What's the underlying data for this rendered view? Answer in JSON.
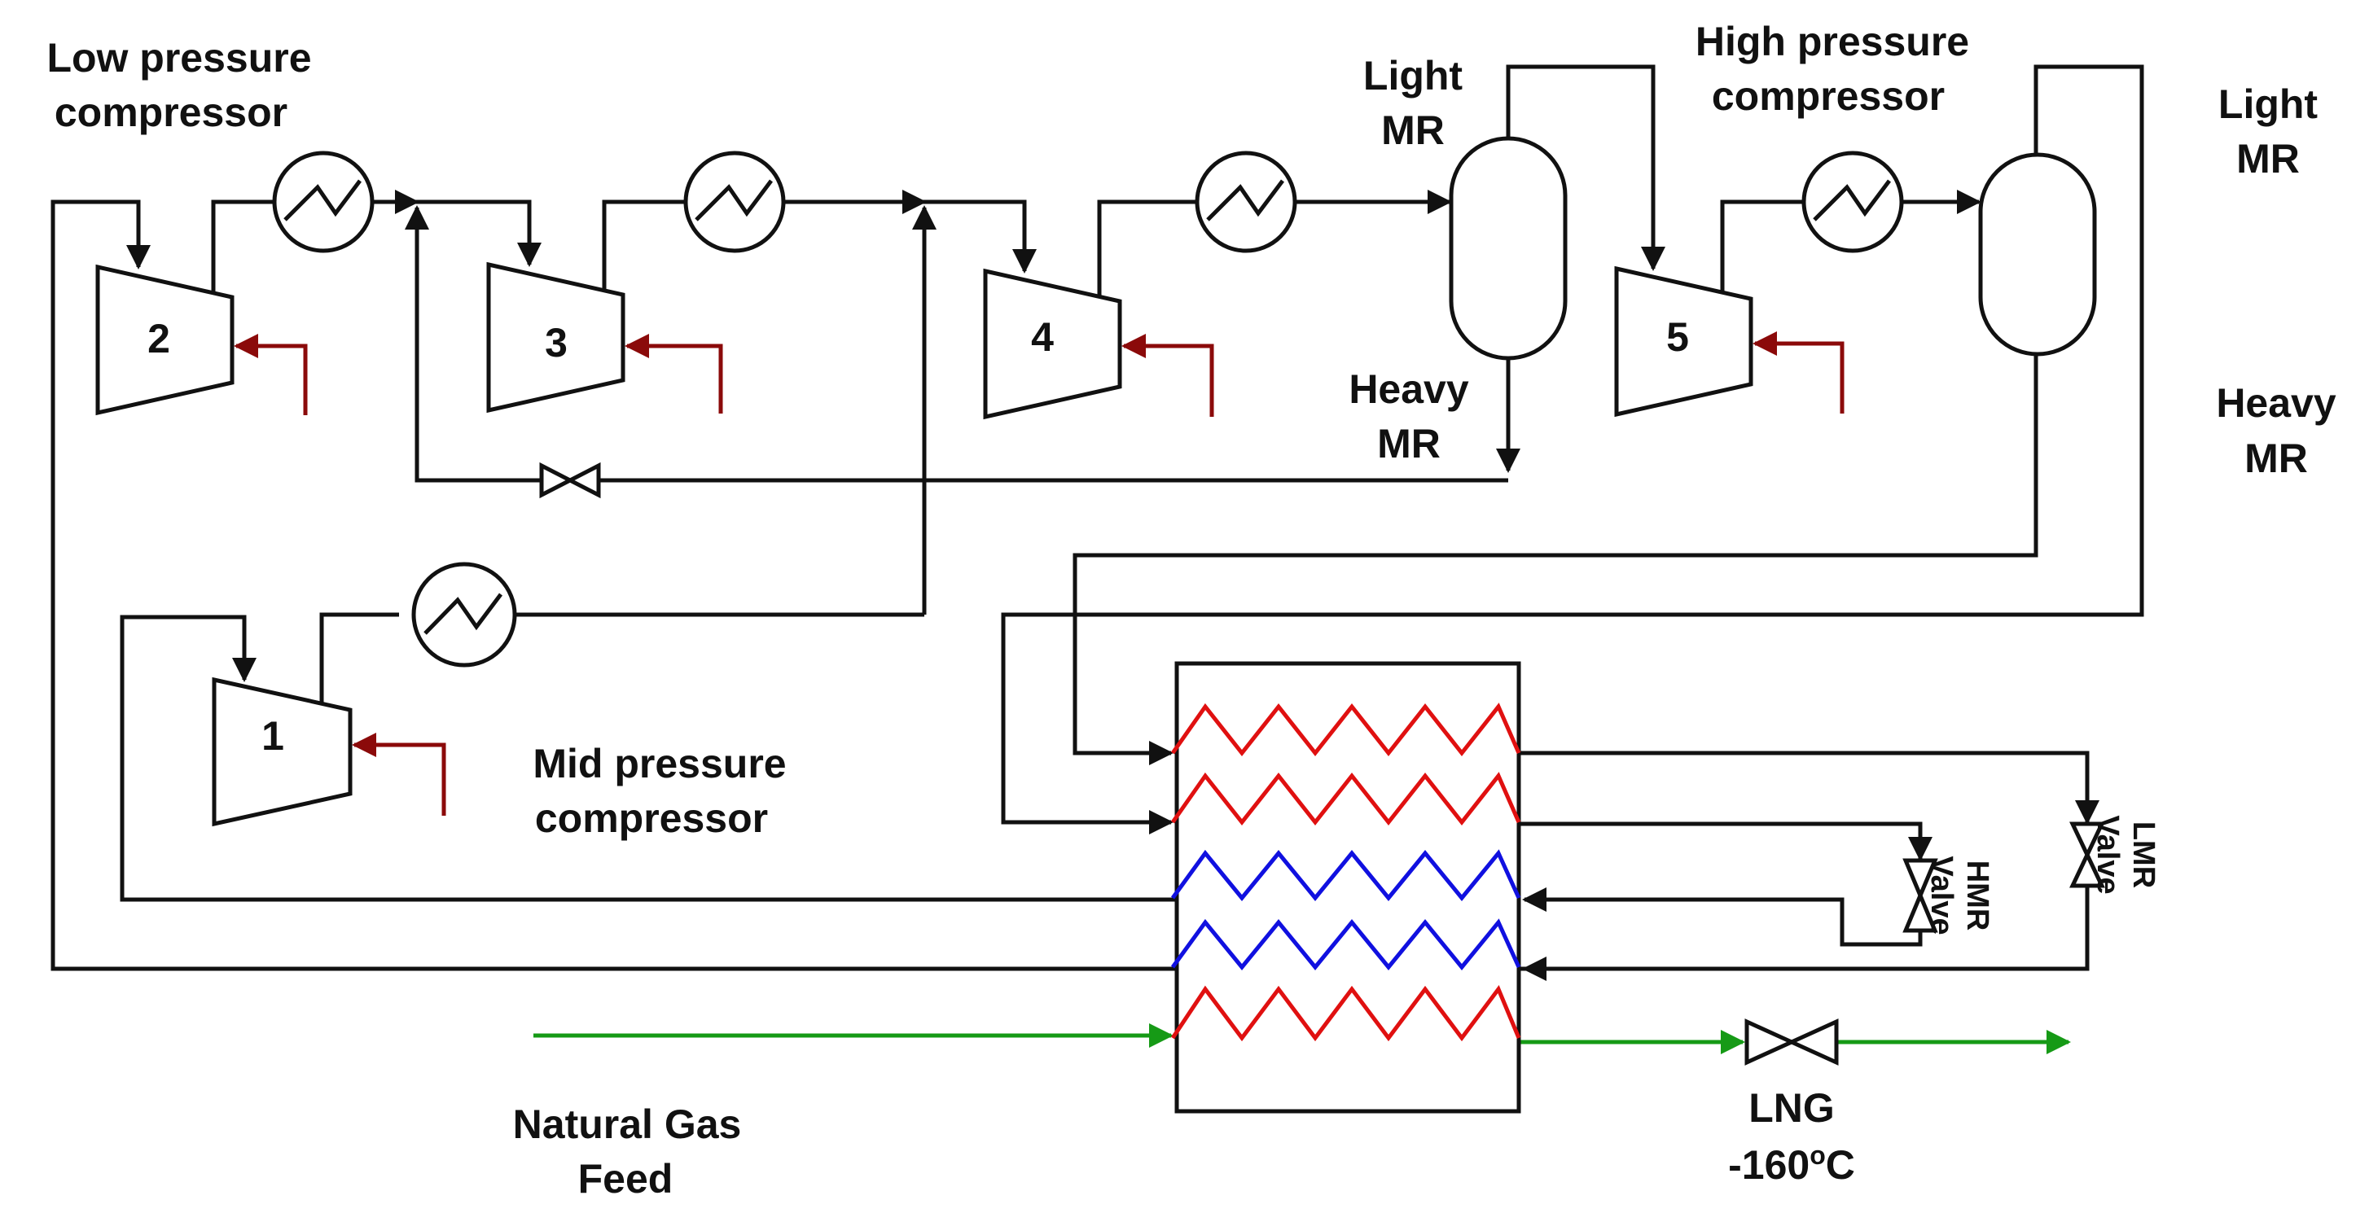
{
  "labels": {
    "low_pressure_compressor": [
      "Low pressure",
      "compressor"
    ],
    "mid_pressure_compressor": [
      "Mid pressure",
      "compressor"
    ],
    "high_pressure_compressor": [
      "High pressure",
      "compressor"
    ],
    "light_mr_1": [
      "Light",
      "MR"
    ],
    "heavy_mr_1": [
      "Heavy",
      "MR"
    ],
    "light_mr_2": [
      "Light",
      "MR"
    ],
    "heavy_mr_2": [
      "Heavy",
      "MR"
    ],
    "natural_gas_feed": [
      "Natural Gas",
      "Feed"
    ],
    "lng": "LNG",
    "lng_temp": "-160",
    "lng_temp_sup": "o",
    "lng_temp_unit": "C",
    "hmr_valve": [
      "HMR",
      "Valve"
    ],
    "lmr_valve": [
      "LMR",
      "Valve"
    ]
  },
  "compressors": [
    {
      "id": "c1",
      "number": "1"
    },
    {
      "id": "c2",
      "number": "2"
    },
    {
      "id": "c3",
      "number": "3"
    },
    {
      "id": "c4",
      "number": "4"
    },
    {
      "id": "c5",
      "number": "5"
    }
  ],
  "colors": {
    "line": "#111111",
    "hot_stream": "#e01010",
    "cold_stream": "#1010e0",
    "feed_stream": "#169a16",
    "power_arrow": "#8b0a0a"
  }
}
